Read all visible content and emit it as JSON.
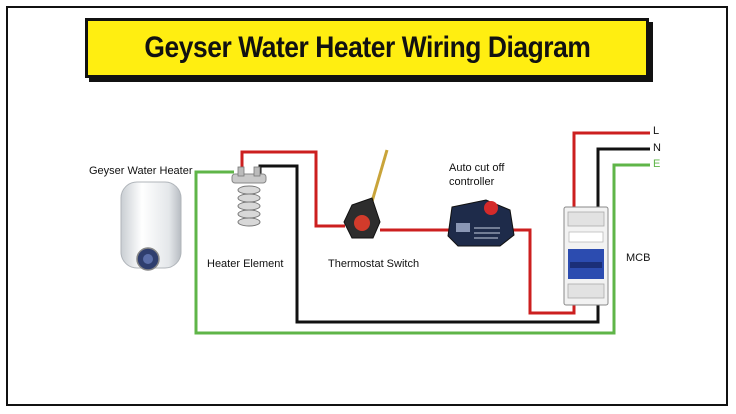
{
  "title": "Geyser Water Heater Wiring Diagram",
  "labels": {
    "geyser": "Geyser Water Heater",
    "heater_element": "Heater Element",
    "thermostat": "Thermostat Switch",
    "cutoff_line1": "Auto cut off",
    "cutoff_line2": "controller",
    "mcb": "MCB",
    "live": "L",
    "neutral": "N",
    "earth": "E"
  },
  "colors": {
    "live_wire": "#cc1f1f",
    "neutral_wire": "#111111",
    "earth_wire": "#5fb548",
    "title_background": "#ffee11",
    "mcb_handle": "#2c4cb0"
  },
  "icons": [
    "water-heater-icon",
    "heater-element-icon",
    "thermostat-icon",
    "cutoff-controller-icon",
    "mcb-icon"
  ]
}
